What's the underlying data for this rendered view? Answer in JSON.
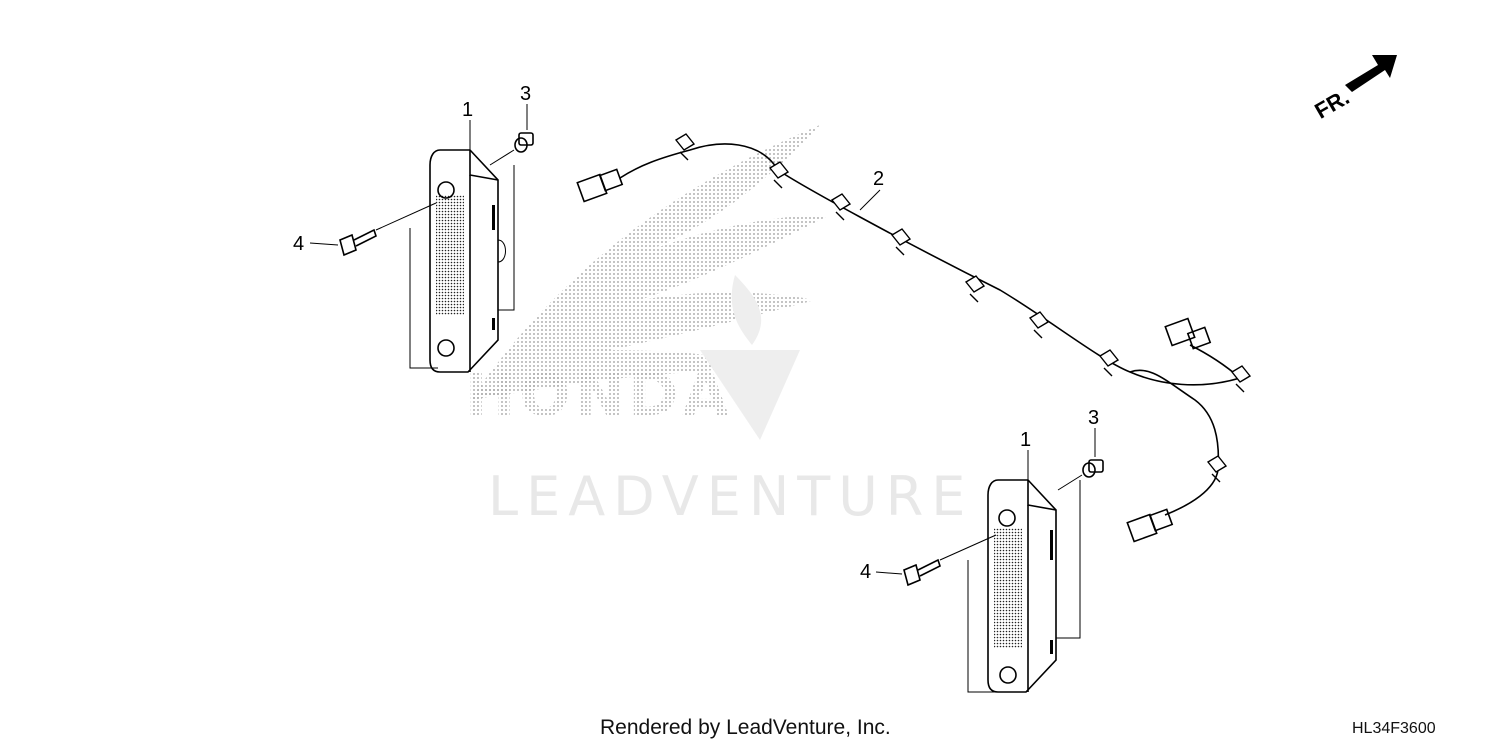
{
  "callouts": {
    "lamp_left": "1",
    "lamp_right": "1",
    "harness": "2",
    "nut_left": "3",
    "nut_right": "3",
    "screw_left": "4",
    "screw_right": "4"
  },
  "direction_label": "FR.",
  "watermarks": {
    "honda": "HONDA",
    "leadventure": "LEADVENTURE"
  },
  "footer": {
    "render_credit": "Rendered by LeadVenture, Inc.",
    "part_code": "HL34F3600"
  }
}
